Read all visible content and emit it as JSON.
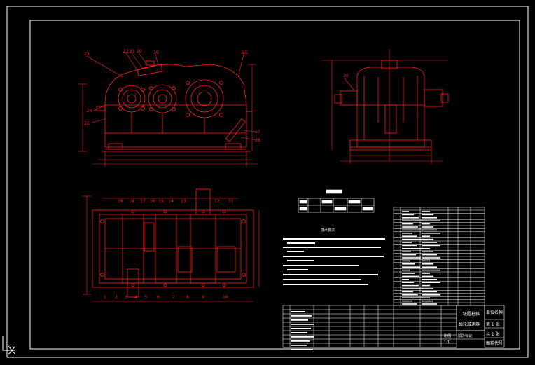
{
  "drawing": {
    "title_block": {
      "product_name_line1": "二级圆柱斜",
      "product_name_line2": "齿轮减速器",
      "company_label": "单位名称",
      "sheet_total": "共 1 张",
      "sheet_current": "第 1 张",
      "drawing_code_label": "图样代号",
      "scale_label": "比例",
      "scale_value": "1:1",
      "mass_label": "阶段标记"
    },
    "tech_req": {
      "heading": "技术要求"
    },
    "part_numbers": {
      "front": [
        "23",
        "22",
        "21",
        "20",
        "19",
        "25",
        "24",
        "26",
        "27",
        "28"
      ],
      "bottom_top": [
        "19",
        "18",
        "17",
        "16",
        "15",
        "14",
        "13",
        "12",
        "11"
      ],
      "bottom_low": [
        "1",
        "2",
        "3",
        "4",
        "5",
        "6",
        "7",
        "8",
        "9",
        "10"
      ],
      "side": [
        "30"
      ]
    }
  },
  "colors": {
    "background": "#000000",
    "line": "#ffffff",
    "geometry": "#ff2020",
    "dimension": "#ff2020"
  },
  "icons": {
    "ucs": "ucs-axis-icon"
  }
}
